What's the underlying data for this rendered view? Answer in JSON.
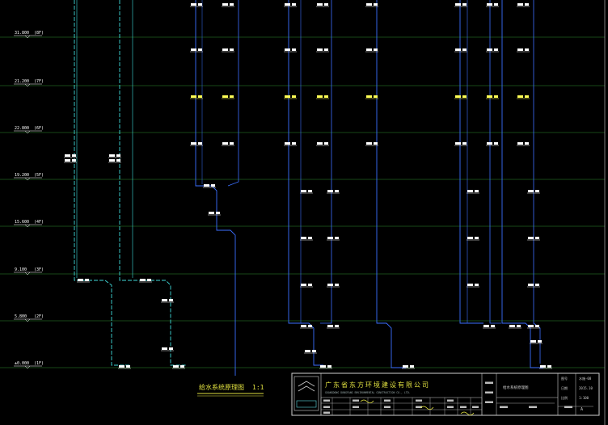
{
  "drawing": {
    "floors": [
      {
        "level": "31.800",
        "num": "(8F)"
      },
      {
        "level": "21.200",
        "num": "(7F)"
      },
      {
        "level": "22.800",
        "num": "(6F)"
      },
      {
        "level": "19.200",
        "num": "(5F)"
      },
      {
        "level": "15.600",
        "num": "(4F)"
      },
      {
        "level": "9.100",
        "num": "(3F)"
      },
      {
        "level": "5.800",
        "num": "(2F)"
      },
      {
        "level": "±0.000",
        "num": "(1F)"
      }
    ],
    "diagram_title": "给水系统原理图",
    "diagram_scale": "1:1",
    "colors": {
      "background": "#000000",
      "floor_line": "#1f5f1f",
      "pipe_blue": "#3b6fff",
      "pipe_cyan": "#3fd9d9",
      "label_white": "#ffffff",
      "label_yellow": "#ffff55",
      "frame": "#cfcfcf",
      "title_text": "#e0e040"
    }
  },
  "title_block": {
    "company": "广东省东方环境建设有限公司",
    "company_sub": "GUANGDONG DONGFANG ENVIRONMENTAL CONSTRUCTION CO., LTD.",
    "drawing_name": "给水系统原理图",
    "sheet_label": "图号",
    "sheet_value": "水施-08",
    "date_label": "日期",
    "date_value": "2015.10",
    "scale_label": "比例",
    "scale_value": "1:100",
    "version": "A"
  }
}
